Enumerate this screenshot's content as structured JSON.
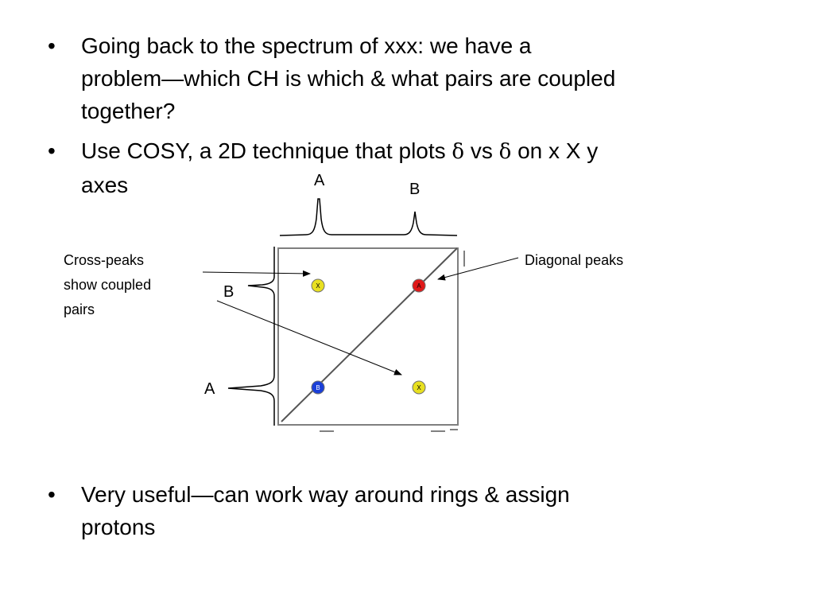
{
  "bullets": [
    {
      "marker": "•",
      "lines": [
        "Going back to the spectrum of xxx:  we have a",
        "problem—which CH is which & what pairs are coupled",
        "together?"
      ]
    },
    {
      "marker": "•",
      "line1": {
        "before": "Use COSY, a 2D technique that plots ",
        "delta1": "δ",
        "mid": " vs ",
        "delta2": "δ",
        "after": " on  x X y"
      },
      "line2": "axes"
    },
    {
      "marker": "•",
      "lines": [
        "Very useful—can work way around rings & assign",
        "protons"
      ]
    }
  ],
  "diagram": {
    "top_axis_labels": [
      "A",
      "B"
    ],
    "left_axis_labels": [
      "B",
      "A"
    ],
    "annotations": {
      "cross_peaks": [
        "Cross-peaks",
        "show coupled",
        "pairs"
      ],
      "diagonal": "Diagonal peaks"
    },
    "peaks": [
      {
        "label": "X",
        "color": "#e8e020",
        "kind": "cross"
      },
      {
        "label": "A",
        "color": "#e01818",
        "kind": "diagonal"
      },
      {
        "label": "B",
        "color": "#1a3fd8",
        "kind": "diagonal"
      },
      {
        "label": "X",
        "color": "#e8e020",
        "kind": "cross"
      }
    ]
  },
  "colors": {
    "text": "#000000",
    "frame": "#7f7f7f",
    "cross_peak": "#e8e020",
    "diagonal_peak_a": "#e01818",
    "diagonal_peak_b": "#1a3fd8"
  }
}
